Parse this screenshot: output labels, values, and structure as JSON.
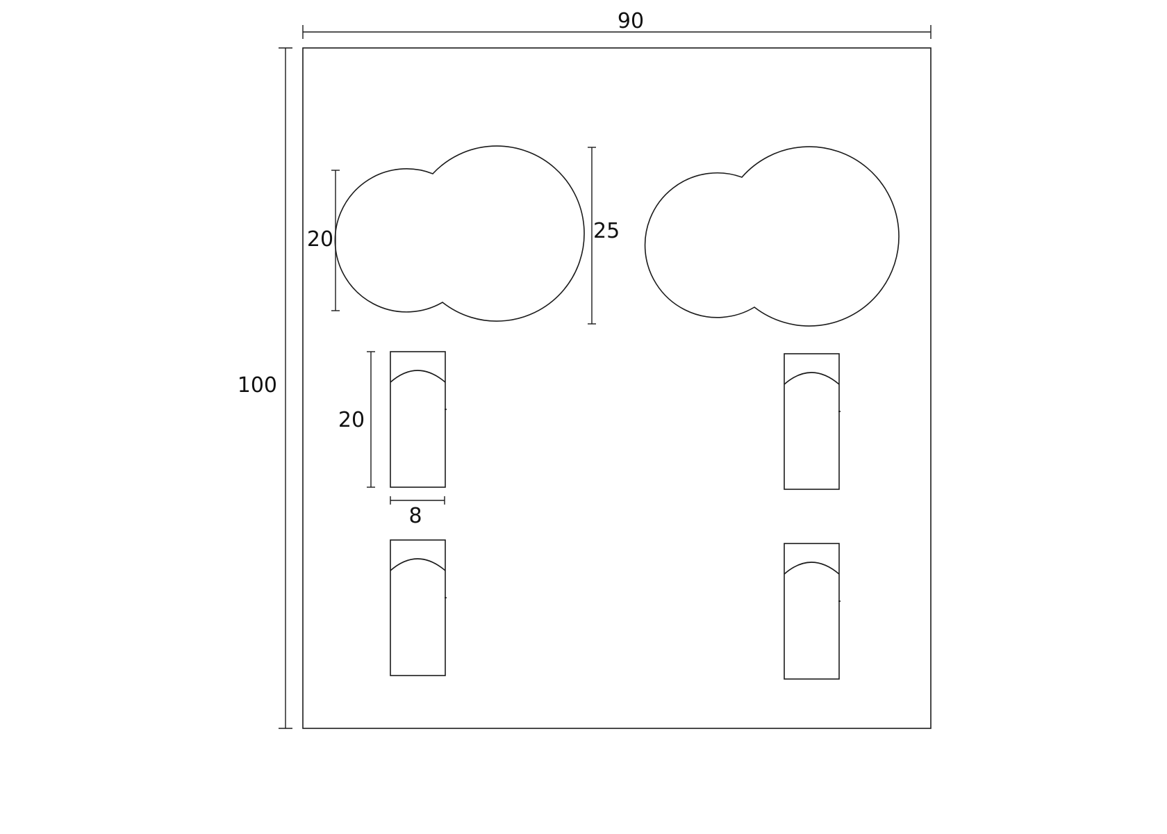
{
  "diagram": {
    "line_color": "#1a1a1a",
    "dimensions": {
      "overall_width": "90",
      "overall_height": "100",
      "cloud_left_height": "20",
      "cloud_right_height": "25",
      "piece_height": "20",
      "piece_width": "8"
    },
    "shapes": {
      "panel": "rectangle",
      "cloud_shapes": 2,
      "rectangular_pieces": 4
    }
  }
}
